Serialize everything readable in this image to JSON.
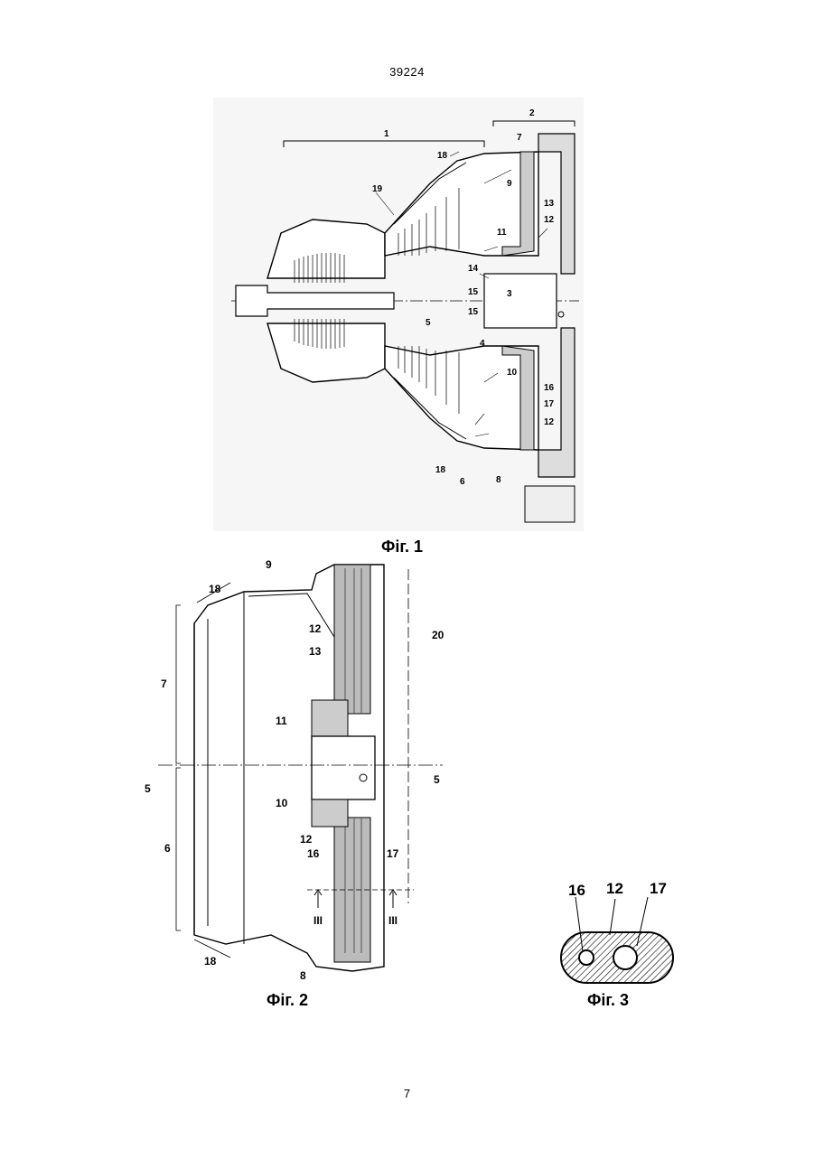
{
  "header": {
    "document_number": "39224"
  },
  "footer": {
    "page_number": "7"
  },
  "figures": {
    "fig1": {
      "caption": "Фіг. 1",
      "labels": {
        "l1": "1",
        "l2": "2",
        "l3": "3",
        "l4": "4",
        "l5": "5",
        "l6": "6",
        "l7": "7",
        "l8": "8",
        "l9": "9",
        "l10": "10",
        "l11": "11",
        "l12a": "12",
        "l12b": "12",
        "l13": "13",
        "l14": "14",
        "l15a": "15",
        "l15b": "15",
        "l16": "16",
        "l17": "17",
        "l18a": "18",
        "l18b": "18",
        "l19": "19"
      }
    },
    "fig2": {
      "caption": "Фіг. 2",
      "labels": {
        "l18a": "18",
        "l9": "9",
        "l12a": "12",
        "l13": "13",
        "l20": "20",
        "l7": "7",
        "l11": "11",
        "l5a": "5",
        "l5b": "5",
        "l10": "10",
        "l12b": "12",
        "l16": "16",
        "l17": "17",
        "l6": "6",
        "lIIIa": "III",
        "lIIIb": "III",
        "l18b": "18",
        "l8": "8"
      }
    },
    "fig3": {
      "caption": "Фіг. 3",
      "labels": {
        "l16": "16",
        "l12": "12",
        "l17": "17"
      }
    }
  }
}
